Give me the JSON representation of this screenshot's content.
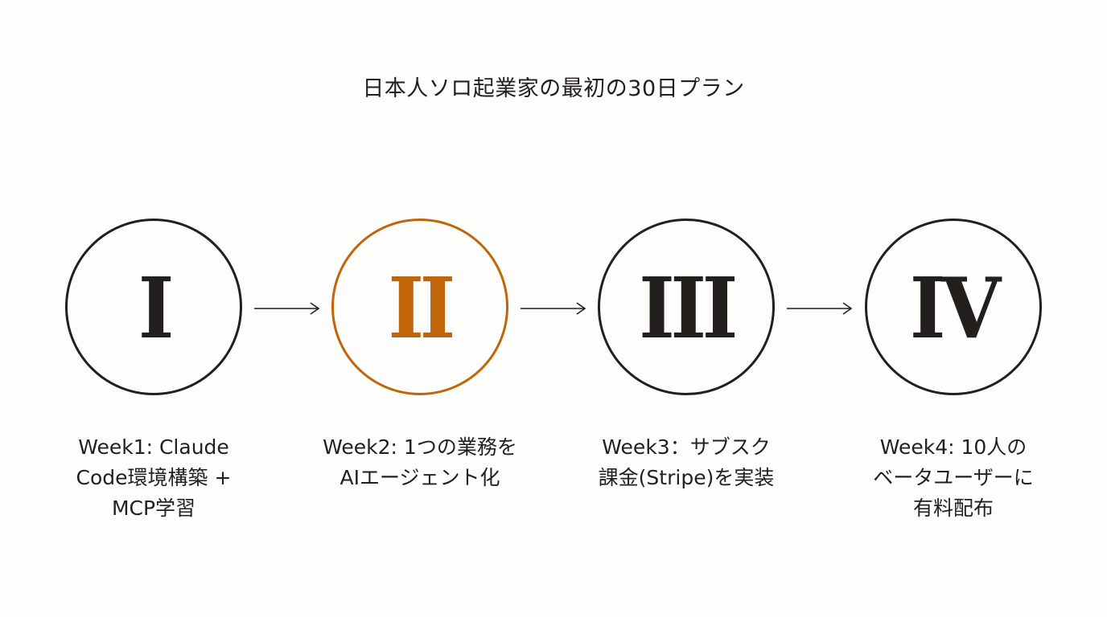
{
  "title": "日本人ソロ起業家の最初の30日プラン",
  "colors": {
    "default": "#231f1c",
    "highlight": "#c0650a",
    "background": "#fdfdfc"
  },
  "steps": [
    {
      "numeral": "I",
      "caption": "Week1: Claude\nCode環境構築 +\nMCP学習",
      "highlighted": false
    },
    {
      "numeral": "II",
      "caption": "Week2: 1つの業務を\nAIエージェント化",
      "highlighted": true
    },
    {
      "numeral": "III",
      "caption": "Week3：サブスク\n課金(Stripe)を実装",
      "highlighted": false
    },
    {
      "numeral": "IV",
      "caption": "Week4: 10人の\nベータユーザーに\n有料配布",
      "highlighted": false
    }
  ],
  "arrows": [
    {
      "from": "I",
      "to": "II"
    },
    {
      "from": "II",
      "to": "III"
    },
    {
      "from": "III",
      "to": "IV"
    }
  ]
}
